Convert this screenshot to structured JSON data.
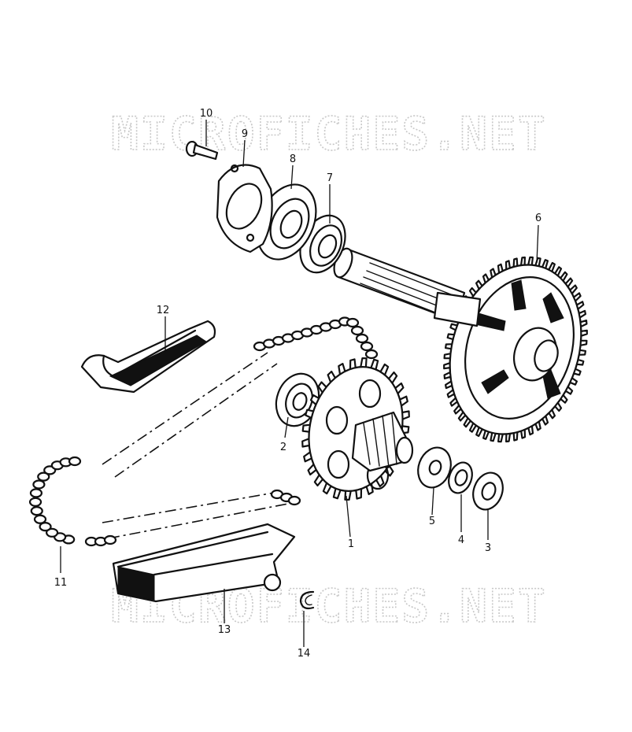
{
  "watermarks": [
    "MICROFICHES.NET",
    "MICROFICHES.NET"
  ],
  "parts": [
    {
      "key": "sprocket",
      "label": "1",
      "icon": "drive-sprocket-icon"
    },
    {
      "key": "bearing_small",
      "label": "2",
      "icon": "ball-bearing-icon"
    },
    {
      "key": "washer_outer",
      "label": "3",
      "icon": "washer-icon"
    },
    {
      "key": "washer_mid",
      "label": "4",
      "icon": "washer-icon"
    },
    {
      "key": "washer_inner",
      "label": "5",
      "icon": "washer-icon"
    },
    {
      "key": "gear_shaft",
      "label": "6",
      "icon": "driven-gear-shaft-icon"
    },
    {
      "key": "oil_seal",
      "label": "7",
      "icon": "oil-seal-icon"
    },
    {
      "key": "bearing_large",
      "label": "8",
      "icon": "ball-bearing-icon"
    },
    {
      "key": "retainer",
      "label": "9",
      "icon": "bearing-retainer-icon"
    },
    {
      "key": "screw",
      "label": "10",
      "icon": "screw-icon"
    },
    {
      "key": "chain",
      "label": "11",
      "icon": "drive-chain-icon"
    },
    {
      "key": "upper_guide",
      "label": "12",
      "icon": "chain-guide-icon"
    },
    {
      "key": "lower_guide",
      "label": "13",
      "icon": "chain-guide-icon"
    },
    {
      "key": "circlip",
      "label": "14",
      "icon": "circlip-icon"
    }
  ]
}
